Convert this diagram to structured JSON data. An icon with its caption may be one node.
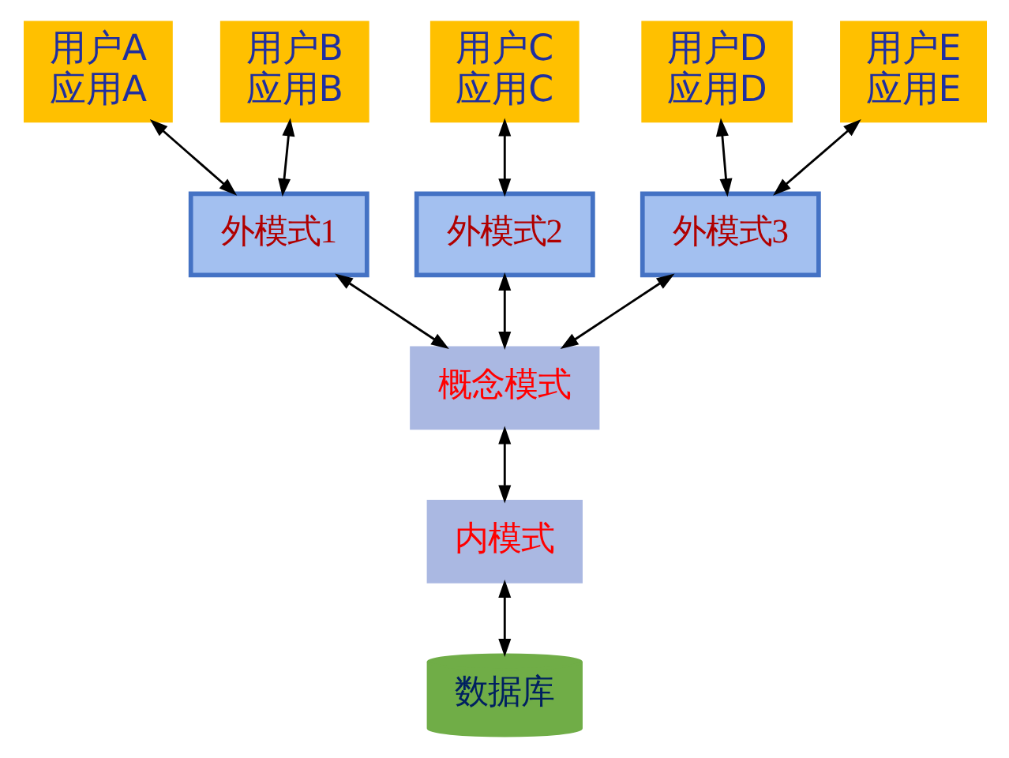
{
  "diagram": {
    "nodes": [
      {
        "text": [
          "用户A 应用A"
        ]
      },
      {
        "text": [
          "用户B 应用B"
        ]
      },
      {
        "text": [
          "用户C 应用C"
        ]
      },
      {
        "text": [
          "用户D 应用D"
        ]
      },
      {
        "text": [
          "用户E 应用E"
        ]
      },
      {
        "text": [
          "外模式1"
        ]
      },
      {
        "text": [
          "外模式2"
        ]
      },
      {
        "text": [
          "外模式3"
        ]
      },
      {
        "text": [
          "概念模式"
        ]
      },
      {
        "text": [
          "内模式"
        ]
      },
      {
        "text": [
          "数据库"
        ]
      }
    ],
    "edges": [
      {
        "from": 0,
        "to": 5,
        "arrow": "both"
      },
      {
        "from": 1,
        "to": 5,
        "arrow": "both"
      },
      {
        "from": 2,
        "to": 6,
        "arrow": "both"
      },
      {
        "from": 3,
        "to": 7,
        "arrow": "both"
      },
      {
        "from": 4,
        "to": 7,
        "arrow": "both"
      },
      {
        "from": 5,
        "to": 8,
        "arrow": "both"
      },
      {
        "from": 6,
        "to": 8,
        "arrow": "both"
      },
      {
        "from": 7,
        "to": 8,
        "arrow": "both"
      },
      {
        "from": 8,
        "to": 9,
        "arrow": "both"
      },
      {
        "from": 9,
        "to": 10,
        "arrow": "both"
      }
    ]
  }
}
